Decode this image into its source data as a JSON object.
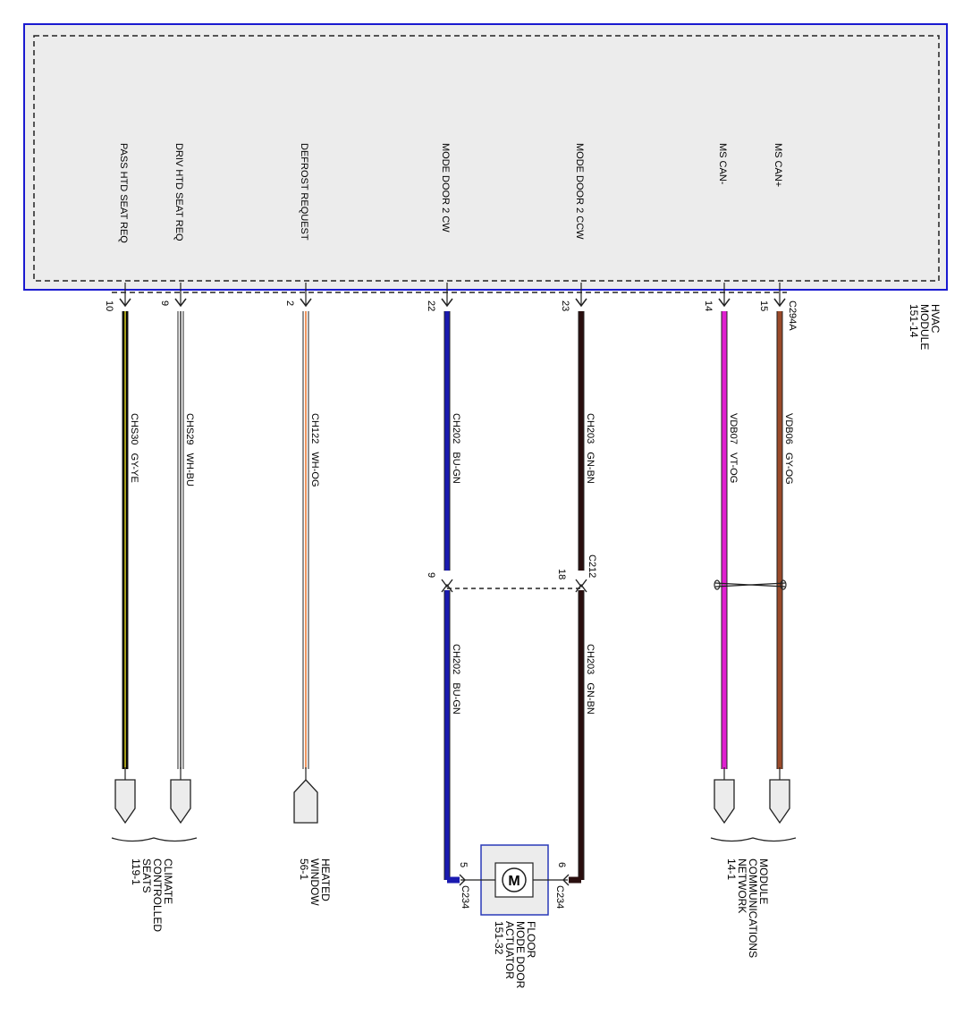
{
  "module": {
    "name_lines": [
      "HVAC",
      "MODULE",
      "151-14"
    ],
    "connector": "C294A",
    "pins": [
      {
        "signal": "PASS HTD SEAT REQ",
        "pin": "10",
        "circuit": "CHS30",
        "color": "GY-YE",
        "wire_hex": "#000000",
        "stripe_hex": "#d8d020"
      },
      {
        "signal": "DRIV HTD SEAT REQ",
        "pin": "9",
        "circuit": "CHS29",
        "color": "WH-BU",
        "wire_hex": "#ffffff",
        "stripe_hex": "#333333"
      },
      {
        "signal": "DEFROST REQUEST",
        "pin": "2",
        "circuit": "CH122",
        "color": "WH-OG",
        "wire_hex": "#ffffff",
        "stripe_hex": "#e8722a"
      },
      {
        "signal": "MODE DOOR 2 CW",
        "pin": "22",
        "circuit": "CH202",
        "color": "BU-GN",
        "wire_hex": "#1a1ab0",
        "stripe_hex": "#1a1ab0"
      },
      {
        "signal": "MODE DOOR 2 CCW",
        "pin": "23",
        "circuit": "CH203",
        "color": "GN-BN",
        "wire_hex": "#2a0f0f",
        "stripe_hex": "#2a0f0f"
      },
      {
        "signal": "MS CAN-",
        "pin": "14",
        "circuit": "VDB07",
        "color": "VT-OG",
        "wire_hex": "#e020d0",
        "stripe_hex": "#e020d0"
      },
      {
        "signal": "MS CAN+",
        "pin": "15",
        "circuit": "VDB06",
        "color": "GY-OG",
        "wire_hex": "#9a4a2a",
        "stripe_hex": "#9a4a2a"
      }
    ]
  },
  "inline_connector": {
    "name": "C212",
    "pins": [
      "9",
      "18"
    ]
  },
  "lower_circuits": [
    {
      "circuit": "CH202",
      "color": "BU-GN"
    },
    {
      "circuit": "CH203",
      "color": "GN-BN"
    }
  ],
  "destinations": [
    {
      "lines": [
        "CLIMATE",
        "CONTROLLED",
        "SEATS",
        "119-1"
      ]
    },
    {
      "lines": [
        "HEATED",
        "WINDOW",
        "56-1"
      ]
    },
    {
      "lines": [
        "MODULE",
        "COMMUNICATIONS",
        "NETWORK",
        "14-1"
      ]
    }
  ],
  "actuator": {
    "lines": [
      "FLOOR",
      "MODE DOOR",
      "ACTUATOR",
      "151-32"
    ],
    "motor_symbol": "M",
    "connector": "C234",
    "pins": [
      "5",
      "6"
    ]
  },
  "colors": {
    "module_border": "#1a1ad0",
    "module_fill": "#ececec",
    "actuator_border": "#2a3ab8"
  }
}
